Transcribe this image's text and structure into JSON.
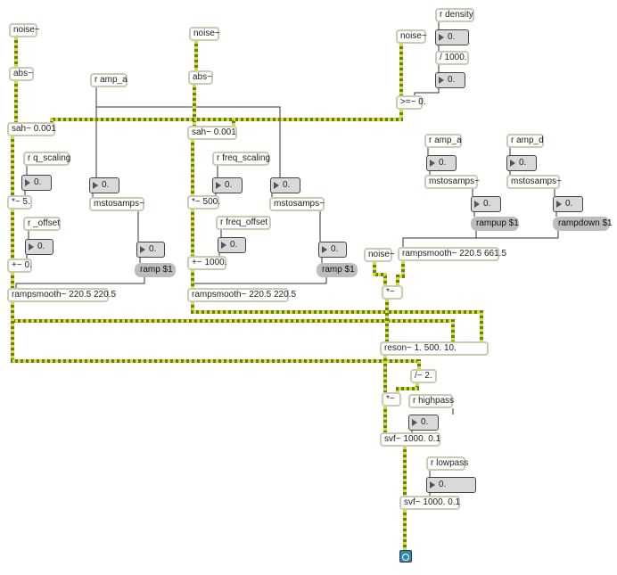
{
  "objects": {
    "noise1": "noise~",
    "abs1": "abs~",
    "sah1": "sah~ 0.001",
    "r_q_scaling": "r q_scaling",
    "mul5": "*~ 5.",
    "r_offset": "r _offset",
    "add0": "+~ 0.",
    "rampsmooth1": "rampsmooth~ 220.5 220.5",
    "r_amp_a_left": "r amp_a",
    "mstosamps1": "mstosamps~",
    "noise2": "noise~",
    "abs2": "abs~",
    "sah2": "sah~ 0.001",
    "r_freq_scaling": "r freq_scaling",
    "mul500": "*~ 500.",
    "r_freq_offset": "r freq_offset",
    "add1000": "+~ 1000.",
    "rampsmooth2": "rampsmooth~ 220.5 220.5",
    "mstosamps2": "mstosamps~",
    "r_density": "r density",
    "div1000": "/ 1000.",
    "noise3": "noise~",
    "gte0": ">=~ 0.",
    "r_amp_a_right": "r amp_a",
    "r_amp_d": "r amp_d",
    "mstosamps3": "mstosamps~",
    "mstosamps4": "mstosamps~",
    "noise4": "noise~",
    "rampsmooth3": "rampsmooth~ 220.5 661.5",
    "mul_sig": "*~",
    "reson": "reson~ 1. 500. 10.",
    "div2": "/~ 2.",
    "mul_sig2": "*~",
    "r_highpass": "r highpass",
    "svf1": "svf~ 1000. 0.1",
    "r_lowpass": "r lowpass",
    "svf2": "svf~ 1000. 0.1"
  },
  "numbers": {
    "n_q": "0.",
    "n_offset": "0.",
    "n_ampa_left": "0.",
    "n_ramp1": "0.",
    "n_freqscale": "0.",
    "n_freqoff": "0.",
    "n_ampa_mid": "0.",
    "n_ramp2": "0.",
    "n_density": "0.",
    "n_density_out": "0.",
    "n_ampa_right": "0.",
    "n_ampd": "0.",
    "n_rampup": "0.",
    "n_rampdown": "0.",
    "n_highpass": "0.",
    "n_lowpass": "0."
  },
  "messages": {
    "ramp1": "ramp $1",
    "ramp2": "ramp $1",
    "rampup": "rampup $1",
    "rampdown": "rampdown $1"
  },
  "colors": {
    "signal_cord": "#6b7d1c",
    "signal_cord_dash": "#d8dc3a",
    "control_cord": "#333333",
    "box_border": "#c8ccb4",
    "number_fill": "#d9d9d9",
    "message_fill": "#bdbdbd",
    "dac_fill": "#2a8fa6"
  },
  "icons": {
    "output": "dac-speaker-icon"
  }
}
